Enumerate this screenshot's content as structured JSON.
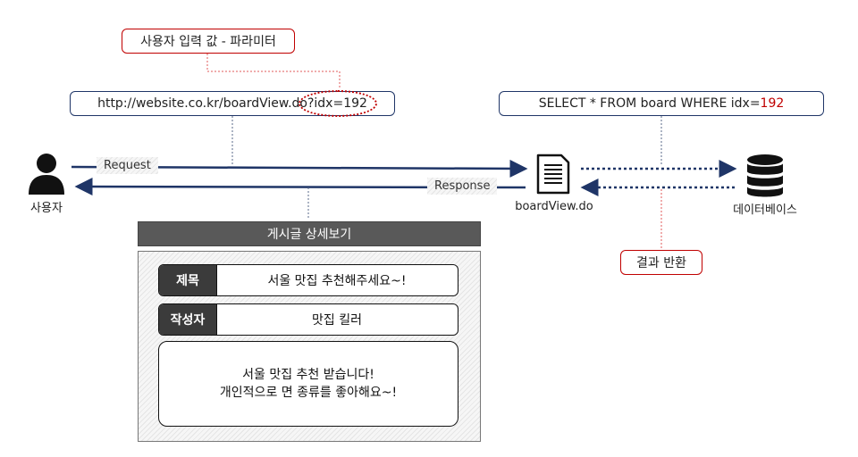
{
  "parameter_label": "사용자 입력 값 - 파라미터",
  "url": {
    "prefix": "http://website.co.kr/boardView.do",
    "query": "?idx=192"
  },
  "sql": {
    "prefix": "SELECT * FROM board WHERE idx=",
    "value": "192"
  },
  "user_label": "사용자",
  "request_label": "Request",
  "response_label": "Response",
  "server_label": "boardView.do",
  "db_label": "데이터베이스",
  "result_label": "결과 반환",
  "board": {
    "header": "게시글 상세보기",
    "title_label": "제목",
    "title_value": "서울 맛집 추천해주세요~!",
    "author_label": "작성자",
    "author_value": "맛집 킬러",
    "body_line1": "서울 맛집 추천 받습니다!",
    "body_line2": "개인적으로 면 종류를 좋아해요~!"
  },
  "colors": {
    "navy": "#1f3567",
    "red": "#c00000",
    "dark": "#3b3b3b"
  }
}
